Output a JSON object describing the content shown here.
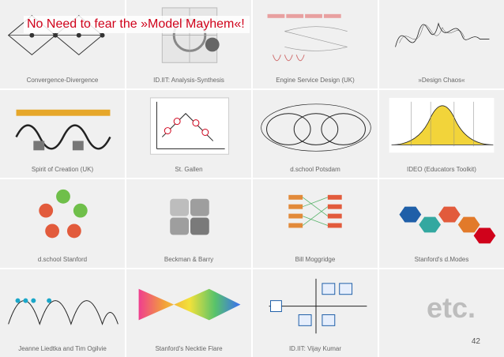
{
  "slide": {
    "title": "No Need to fear the »Model Mayhem«!",
    "etc_text": "etc.",
    "page_number": "42",
    "accent_color": "#d0021b"
  },
  "models": [
    {
      "caption": "Convergence-Divergence"
    },
    {
      "caption": "ID.IIT: Analysis-Synthesis"
    },
    {
      "caption": "Engine Service Design (UK)"
    },
    {
      "caption": "»Design Chaos«"
    },
    {
      "caption": "Spirit of Creation (UK)"
    },
    {
      "caption": "St. Gallen"
    },
    {
      "caption": "d.school Potsdam"
    },
    {
      "caption": "IDEO (Educators Toolkit)"
    },
    {
      "caption": "d.school Stanford"
    },
    {
      "caption": "Beckman & Barry"
    },
    {
      "caption": "Bill Moggridge"
    },
    {
      "caption": "Stanford's d.Modes"
    },
    {
      "caption": "Jeanne Liedtka and Tim Ogilvie"
    },
    {
      "caption": "Stanford's Necktie Flare"
    },
    {
      "caption": "ID.IIT: Vijay Kumar"
    },
    {
      "caption": ""
    }
  ]
}
